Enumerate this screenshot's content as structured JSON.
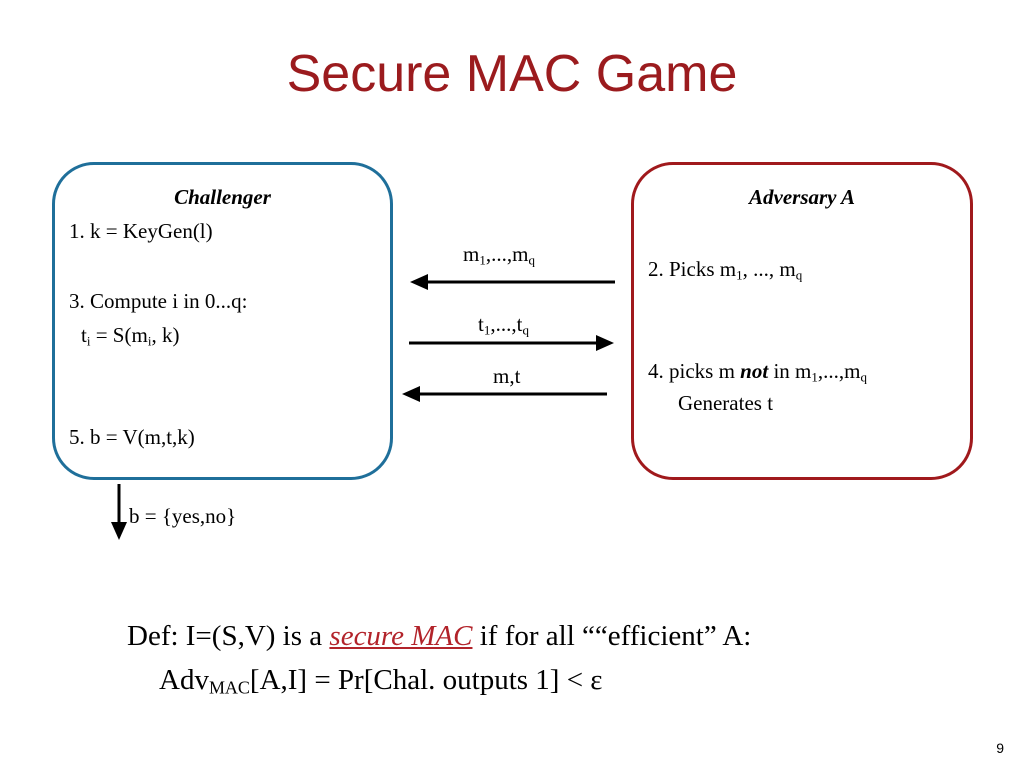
{
  "title": "Secure MAC Game",
  "challenger": {
    "heading": "Challenger",
    "step1": "1. k = KeyGen(l)",
    "step3": "3. Compute i in 0...q:",
    "step3b_pre": "t",
    "step3b_sub1": "i",
    "step3b_mid": " = S(m",
    "step3b_sub2": "i",
    "step3b_post": ", k)",
    "step5": "5. b = V(m,t,k)"
  },
  "adversary": {
    "heading": "Adversary A",
    "step2_pre": "2. Picks  m",
    "step2_sub1": "1",
    "step2_mid": ", ..., m",
    "step2_sub2": "q",
    "step4_pre": "4. picks m ",
    "step4_not": "not",
    "step4_mid": " in m",
    "step4_sub1": "1",
    "step4_mid2": ",...,m",
    "step4_sub2": "q",
    "step4b": "Generates t"
  },
  "messages": {
    "m_pre": "m",
    "m_sub1": "1",
    "m_mid": ",...,m",
    "m_sub2": "q",
    "t_pre": "t",
    "t_sub1": "1",
    "t_mid": ",...,t",
    "t_sub2": "q",
    "mt": "m,t"
  },
  "output": "b = {yes,no}",
  "definition": {
    "line1_pre": "Def: I=(S,V) is a ",
    "line1_em": "secure MAC",
    "line1_post": " if for all ““efficient” A:",
    "line2_pre": "Adv",
    "line2_sub": "MAC",
    "line2_post": "[A,I] = Pr[Chal. outputs 1]  < ε"
  },
  "page_number": "9",
  "colors": {
    "title": "#9b1b1e",
    "challenger_border": "#1f6f9a",
    "adversary_border": "#a0191c",
    "secure_mac": "#b2232a"
  }
}
